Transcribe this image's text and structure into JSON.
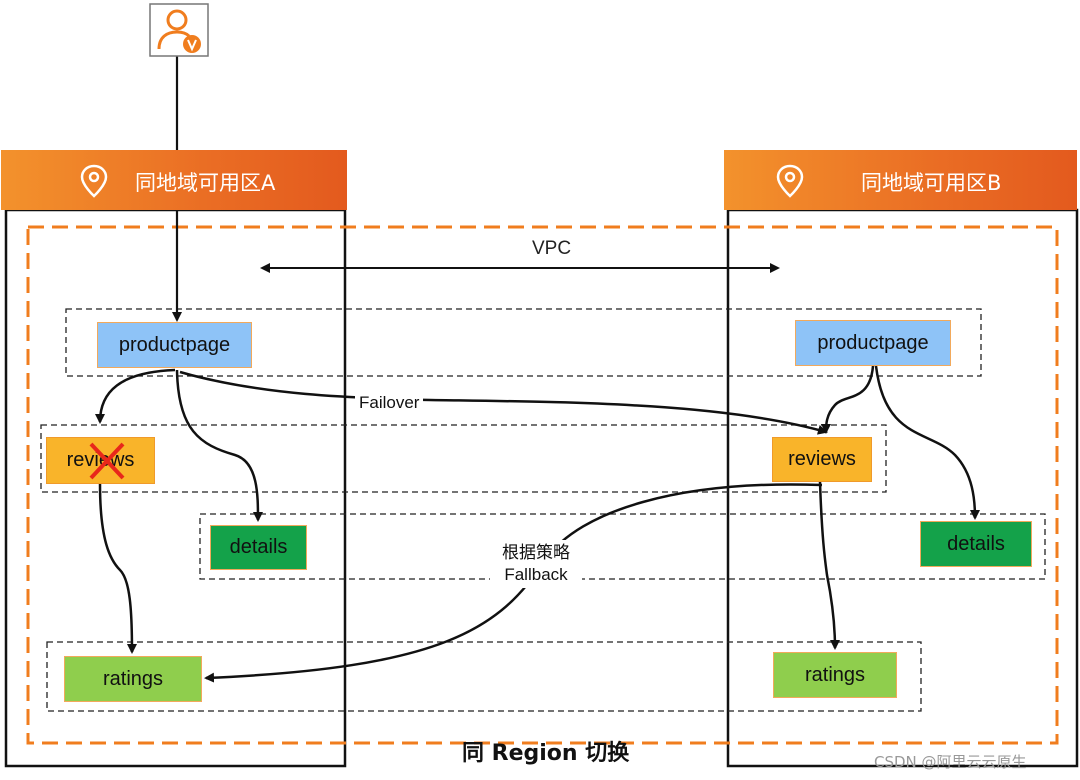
{
  "zones": {
    "a": {
      "title": "同地域可用区A"
    },
    "b": {
      "title": "同地域可用区B"
    }
  },
  "vpc_label": "VPC",
  "services": {
    "a": {
      "productpage": "productpage",
      "reviews": "reviews",
      "details": "details",
      "ratings": "ratings"
    },
    "b": {
      "productpage": "productpage",
      "reviews": "reviews",
      "details": "details",
      "ratings": "ratings"
    }
  },
  "edge_labels": {
    "failover": "Failover",
    "fallback_line1": "根据策略",
    "fallback_line2": "Fallback"
  },
  "footer": "同 Region 切换",
  "watermark": "CSDN @阿里云云原生",
  "colors": {
    "header_orange": "#ea6d24",
    "vpc_dash": "#f07d1e",
    "productpage_blue": "#8ec3f7",
    "reviews_orange": "#f9b42a",
    "details_green": "#14a24a",
    "ratings_green": "#8fce4d",
    "failure_x": "#e8271b"
  },
  "icons": {
    "user": "user-avatar-icon",
    "location": "location-pin-icon",
    "failure": "red-x-icon"
  }
}
